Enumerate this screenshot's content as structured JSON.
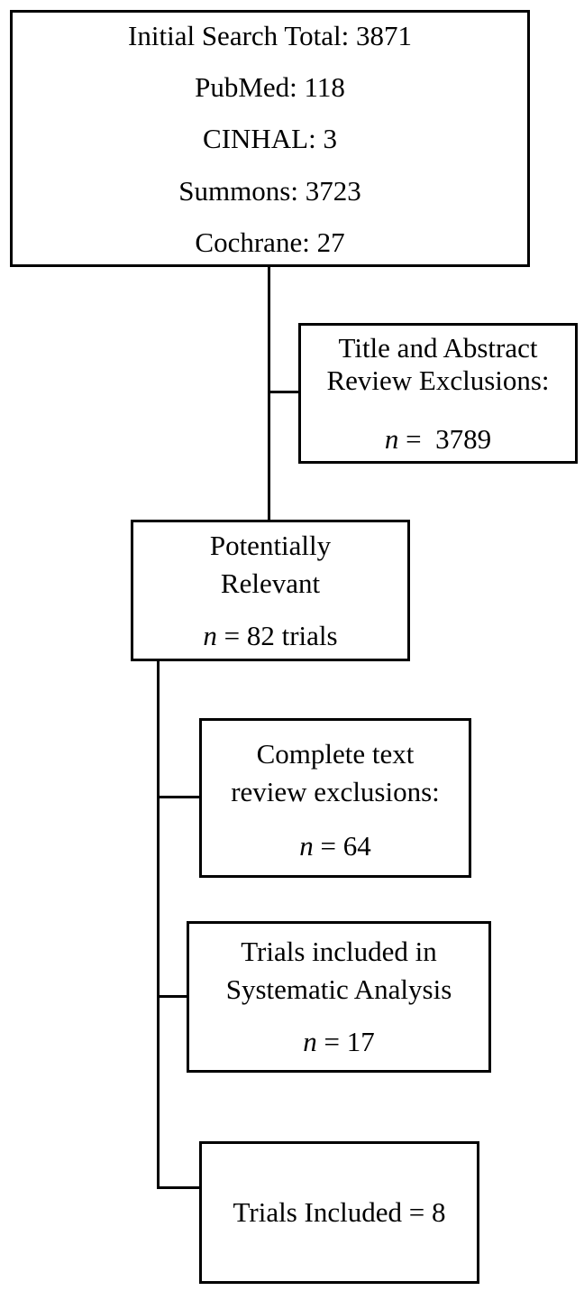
{
  "initial_search": {
    "total": "Initial Search Total: 3871",
    "pubmed": "PubMed: 118",
    "cinhal": "CINHAL: 3",
    "summons": "Summons: 3723",
    "cochrane": "Cochrane: 27"
  },
  "title_abstract_exclusions": {
    "line1": "Title and Abstract",
    "line2": "Review Exclusions:",
    "n_label": "n",
    "n_value": " =  3789"
  },
  "potentially_relevant": {
    "line1": "Potentially",
    "line2": "Relevant",
    "n_label": "n",
    "n_value": " = 82 trials"
  },
  "complete_text_exclusions": {
    "line1": "Complete text",
    "line2": "review exclusions:",
    "n_label": "n",
    "n_value": " = 64"
  },
  "systematic_analysis": {
    "line1": "Trials included in",
    "line2": "Systematic Analysis",
    "n_label": "n",
    "n_value": " = 17"
  },
  "trials_included": {
    "text": "Trials Included = 8"
  }
}
